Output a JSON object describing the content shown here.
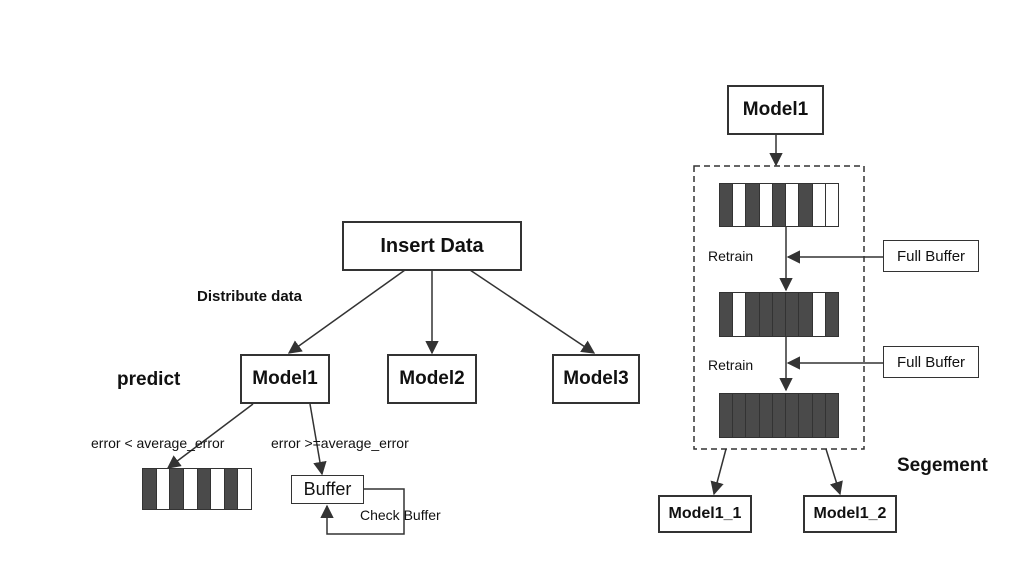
{
  "left": {
    "insert_data": "Insert Data",
    "distribute_label": "Distribute data",
    "predict_label": "predict",
    "models": [
      "Model1",
      "Model2",
      "Model3"
    ],
    "error_lt_label": "error < average_error",
    "error_ge_label": "error >=average_error",
    "buffer": "Buffer",
    "check_buffer": "Check Buffer",
    "strip_pattern": "DWDWDWDW"
  },
  "right": {
    "model_top": "Model1",
    "retrain_labels": [
      "Retrain",
      "Retrain"
    ],
    "full_buffer_labels": [
      "Full Buffer",
      "Full Buffer"
    ],
    "segment_label": "Segement",
    "outputs": [
      "Model1_1",
      "Model1_2"
    ],
    "strip_patterns": [
      "DWDWDWDWW",
      "DWDDDDDWD",
      "DDDDDDDDD"
    ]
  },
  "colors": {
    "dark_cell": "#4a4a4a",
    "light_cell": "#ffffff",
    "line": "#333333"
  }
}
